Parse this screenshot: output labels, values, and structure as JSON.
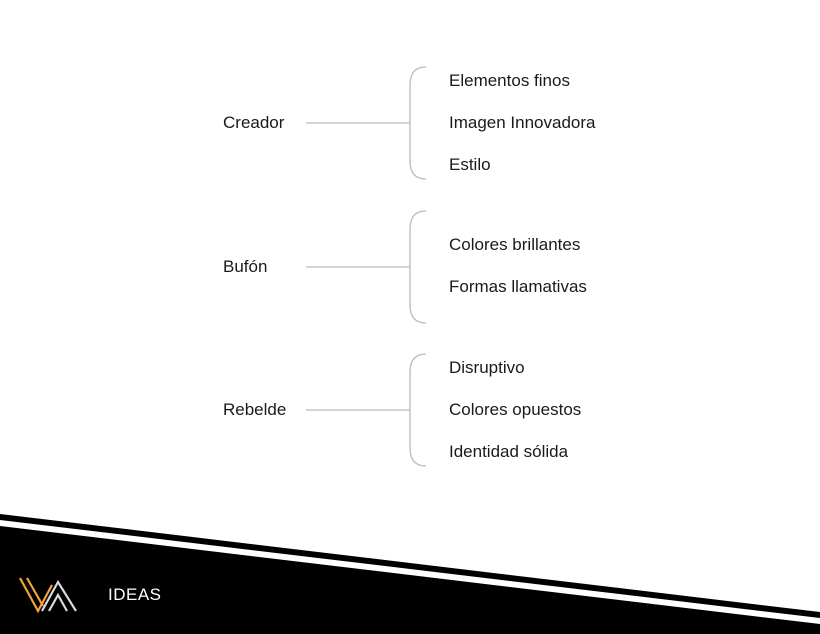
{
  "diagram": {
    "groups": [
      {
        "label": "Creador",
        "items": [
          "Elementos finos",
          "Imagen Innovadora",
          "Estilo"
        ]
      },
      {
        "label": "Bufón",
        "items": [
          "Colores brillantes",
          "Formas llamativas"
        ]
      },
      {
        "label": "Rebelde",
        "items": [
          "Disruptivo",
          "Colores opuestos",
          "Identidad sólida"
        ]
      }
    ]
  },
  "footer": {
    "title": "IDEAS",
    "logo_color_accent": "#f2a33a",
    "logo_color_light": "#d9d9d9"
  },
  "colors": {
    "connector": "#bbbbbb",
    "band": "#000000",
    "text": "#1a1a1a"
  }
}
